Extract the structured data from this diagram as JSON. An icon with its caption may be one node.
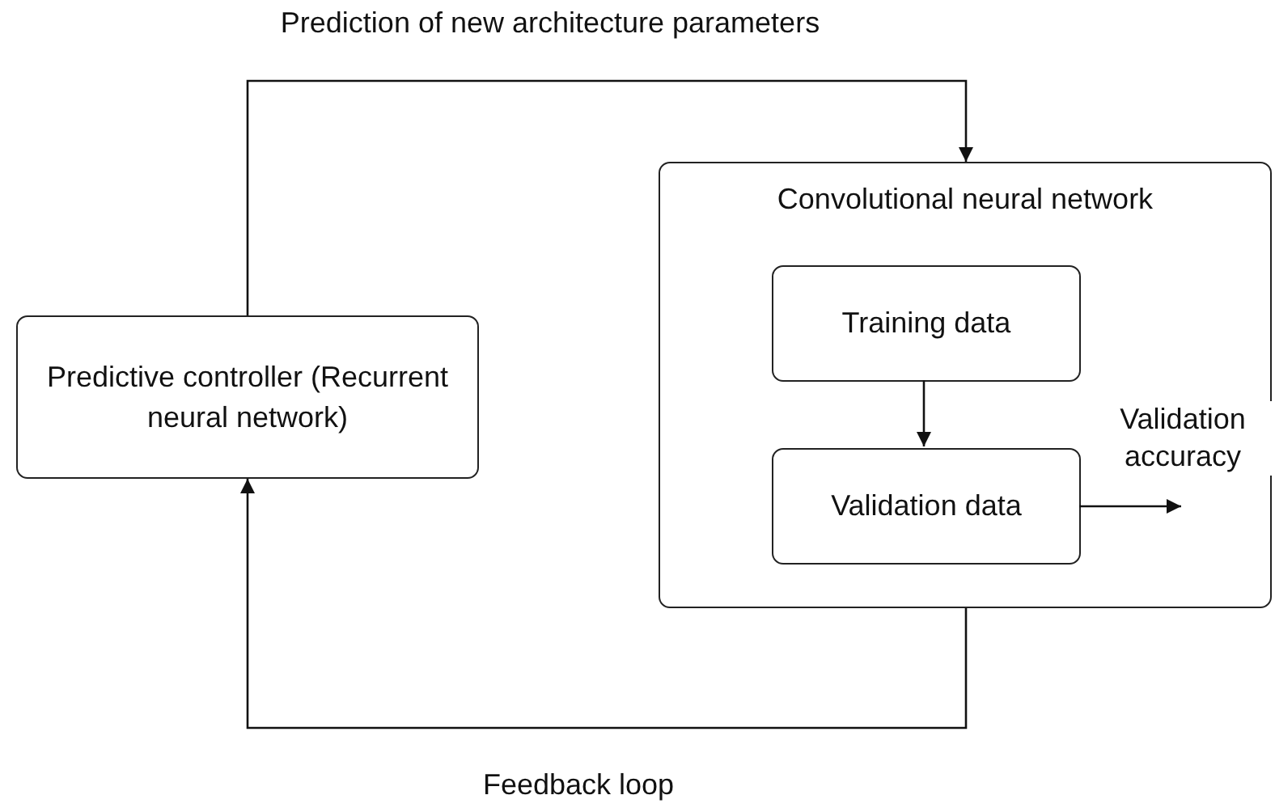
{
  "diagram": {
    "nodes": [
      {
        "text": [
          "Predictive controller (Recurrent neural network)"
        ]
      },
      {
        "text": [
          "Convolutional neural network"
        ]
      },
      {
        "text": [
          "Training data"
        ],
        "in": 1
      },
      {
        "text": [
          "Validation data"
        ],
        "in": 1
      }
    ],
    "edges": [
      {
        "from": 0,
        "to": 1,
        "arrow": "to",
        "label": "Prediction of new architecture parameters"
      },
      {
        "from": 2,
        "to": 3,
        "arrow": "to"
      },
      {
        "from": 3,
        "to": null,
        "arrow": "to",
        "label": "Validation accuracy"
      },
      {
        "from": 1,
        "to": 0,
        "arrow": "to",
        "label": "Feedback loop"
      }
    ]
  }
}
